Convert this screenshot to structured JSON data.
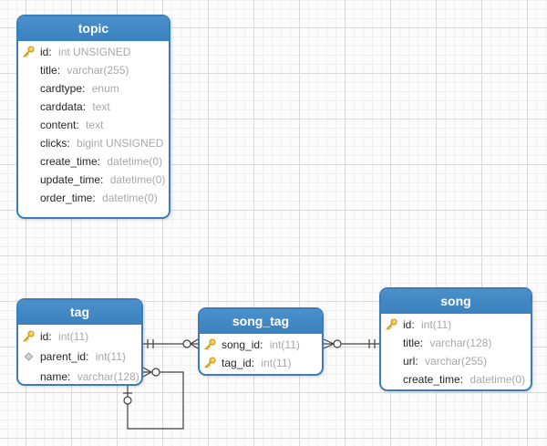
{
  "diagram": {
    "field_separator": ":",
    "colors": {
      "canvas_bg": "#fcfcfc",
      "grid_minor": "#f0f0f0",
      "grid_major": "#d9d9d9",
      "table_header_bg": "#4a90cb",
      "table_border": "#3a7db8",
      "header_text": "#ffffff",
      "field_name_text": "#262626",
      "field_type_text": "#a8a8a8",
      "key_icon": "#f7c83d",
      "diamond_icon": "#d4d4d4",
      "connector": "#3f3f3f"
    },
    "tables": [
      {
        "name": "topic",
        "fields": [
          {
            "icon": "key",
            "name": "id",
            "type": "int UNSIGNED"
          },
          {
            "icon": null,
            "name": "title",
            "type": "varchar(255)"
          },
          {
            "icon": null,
            "name": "cardtype",
            "type": "enum"
          },
          {
            "icon": null,
            "name": "carddata",
            "type": "text"
          },
          {
            "icon": null,
            "name": "content",
            "type": "text"
          },
          {
            "icon": null,
            "name": "clicks",
            "type": "bigint UNSIGNED"
          },
          {
            "icon": null,
            "name": "create_time",
            "type": "datetime(0)"
          },
          {
            "icon": null,
            "name": "update_time",
            "type": "datetime(0)"
          },
          {
            "icon": null,
            "name": "order_time",
            "type": "datetime(0)"
          }
        ]
      },
      {
        "name": "tag",
        "fields": [
          {
            "icon": "key",
            "name": "id",
            "type": "int(11)"
          },
          {
            "icon": "diamond",
            "name": "parent_id",
            "type": "int(11)"
          },
          {
            "icon": null,
            "name": "name",
            "type": "varchar(128)"
          }
        ]
      },
      {
        "name": "song_tag",
        "fields": [
          {
            "icon": "key",
            "name": "song_id",
            "type": "int(11)"
          },
          {
            "icon": "key",
            "name": "tag_id",
            "type": "int(11)"
          }
        ]
      },
      {
        "name": "song",
        "fields": [
          {
            "icon": "key",
            "name": "id",
            "type": "int(11)"
          },
          {
            "icon": null,
            "name": "title",
            "type": "varchar(128)"
          },
          {
            "icon": null,
            "name": "url",
            "type": "varchar(255)"
          },
          {
            "icon": null,
            "name": "create_time",
            "type": "datetime(0)"
          }
        ]
      }
    ],
    "relationships": [
      {
        "from": "tag",
        "to": "song_tag",
        "from_end": "one",
        "to_end": "zero-or-many"
      },
      {
        "from": "song_tag",
        "to": "song",
        "from_end": "zero-or-many",
        "to_end": "one"
      },
      {
        "from": "tag",
        "to": "tag",
        "from_end": "zero-or-many",
        "to_end": "zero-or-one",
        "kind": "self-reference"
      }
    ]
  }
}
